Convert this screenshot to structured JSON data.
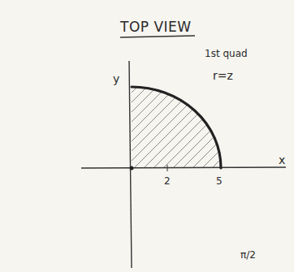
{
  "diagram": {
    "title": "TOP VIEW",
    "labels": [
      "1st quad",
      "y",
      "r=z",
      "x",
      "2",
      "5",
      "π/2"
    ]
  }
}
